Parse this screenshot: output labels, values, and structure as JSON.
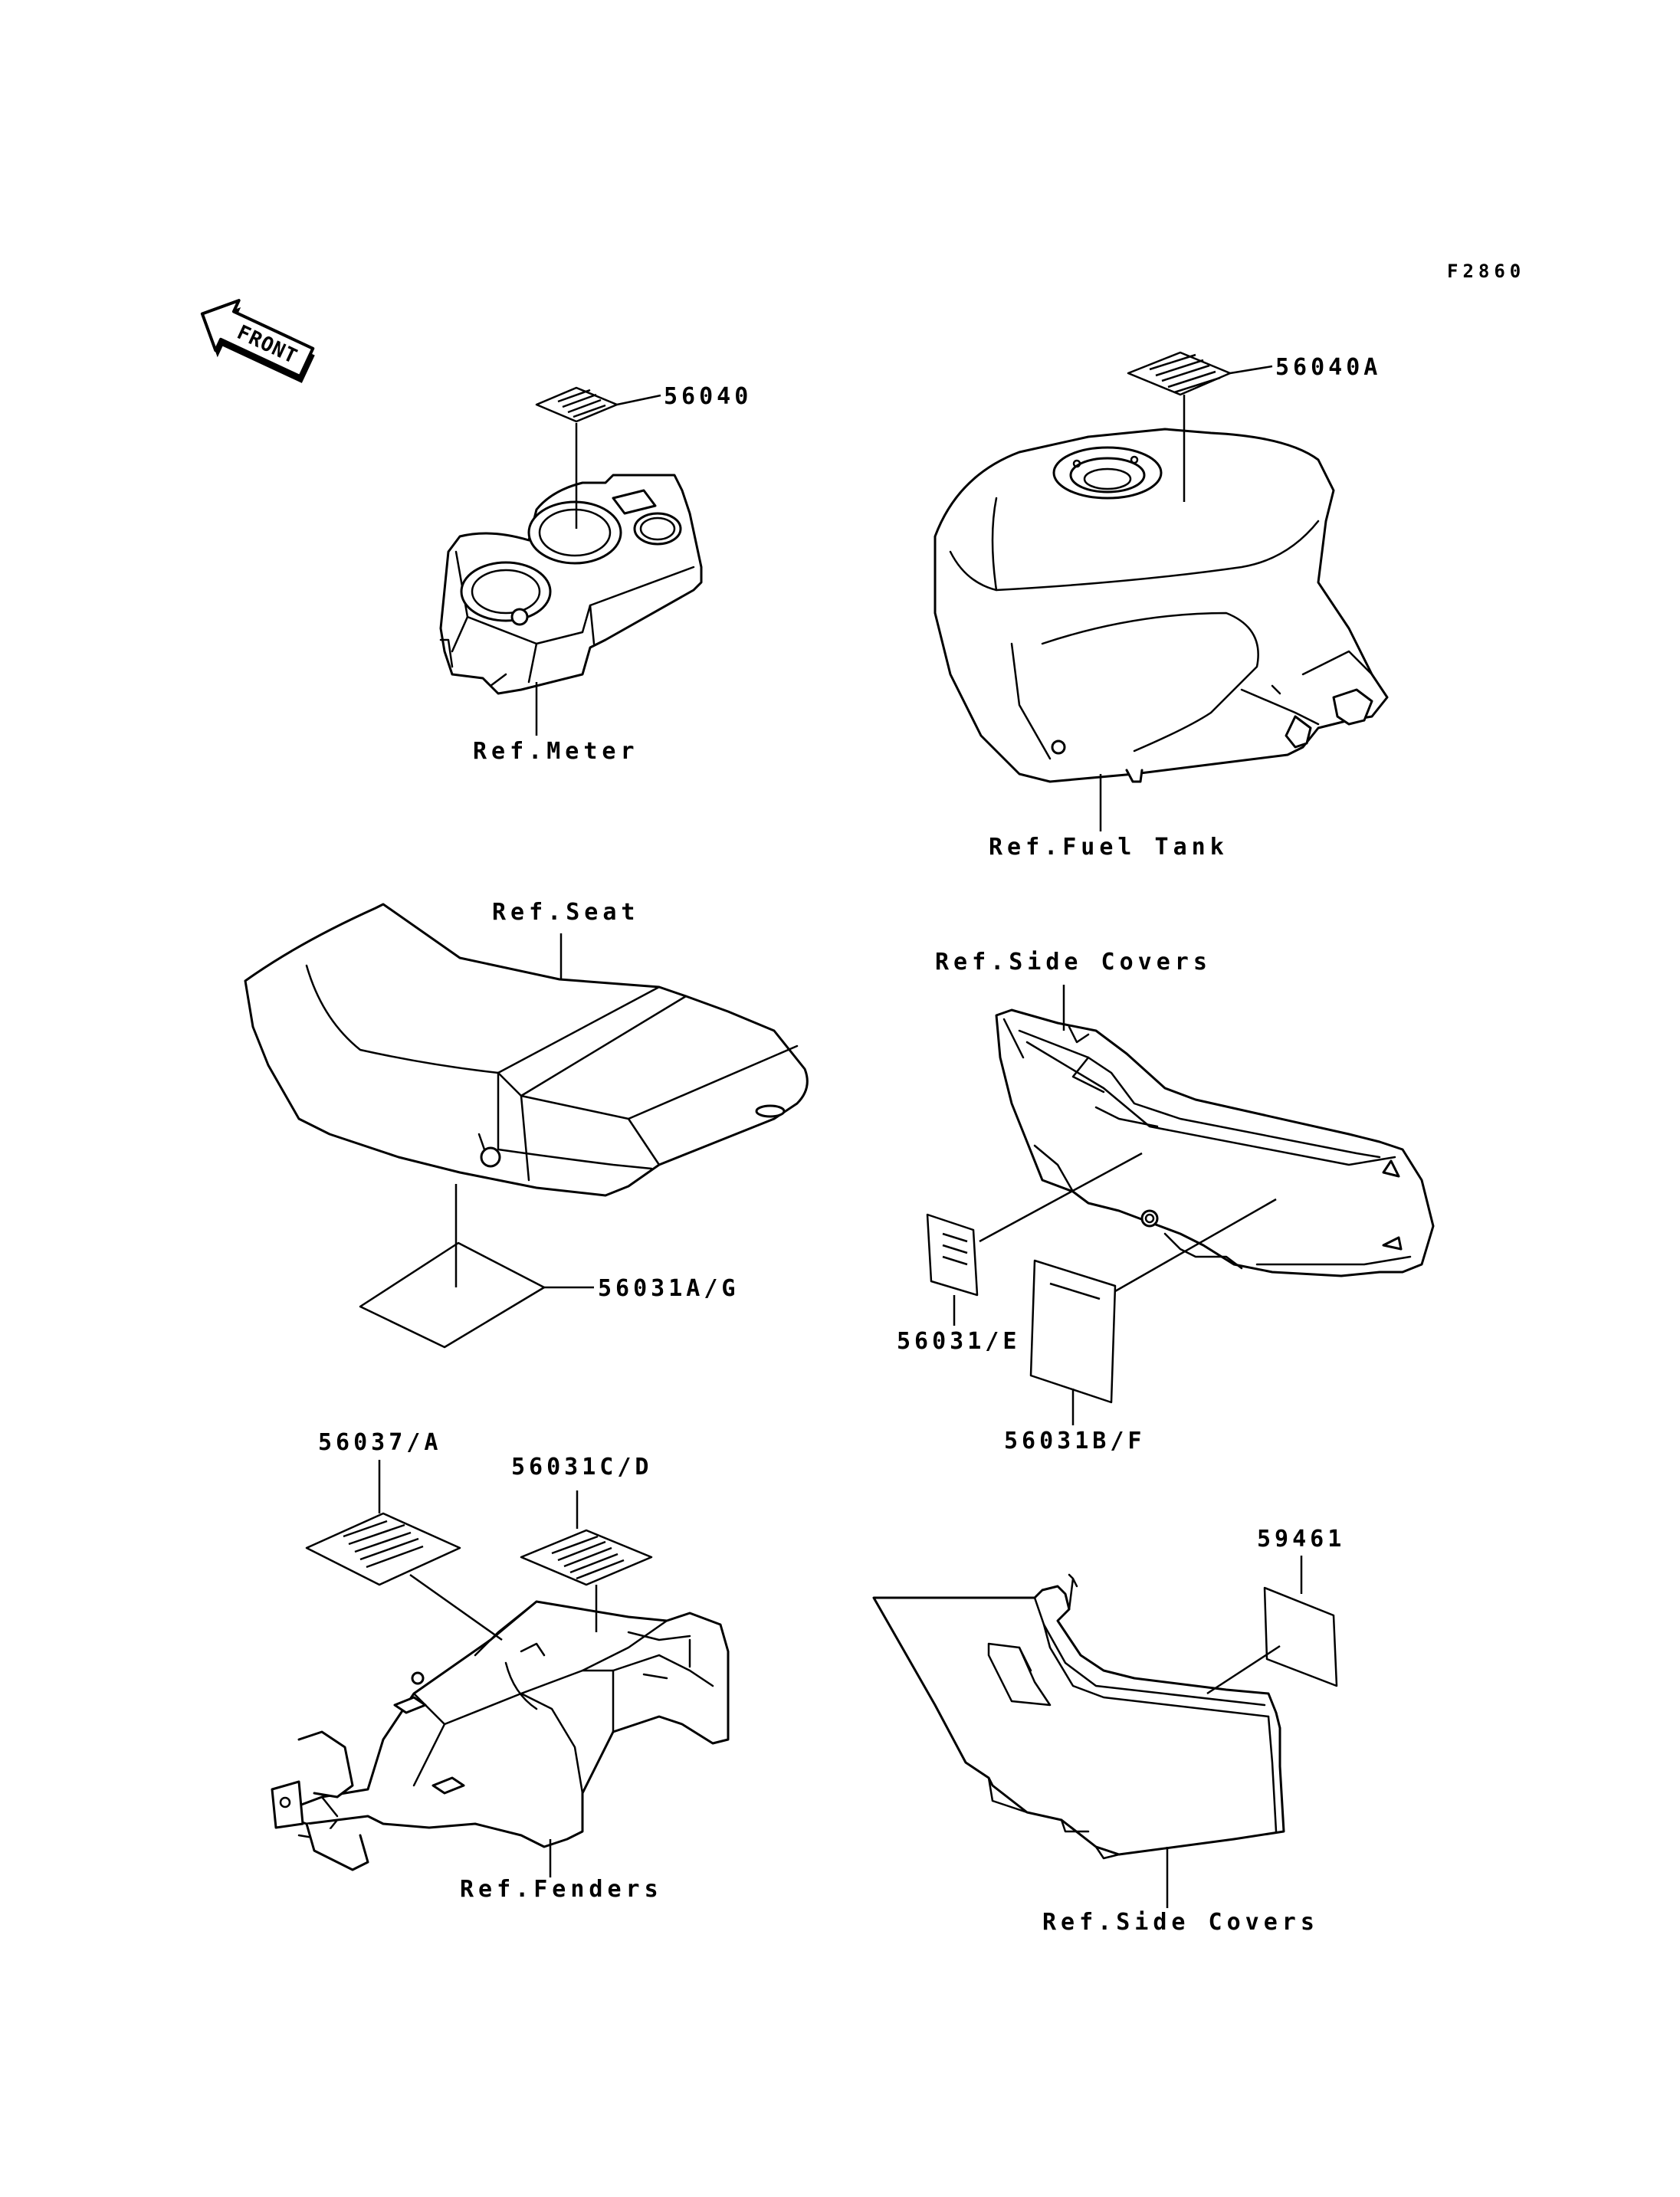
{
  "figure_code": "F2860",
  "front_arrow": {
    "text": "FRONT",
    "icon": "front-direction-arrow-icon"
  },
  "parts": {
    "meter_label": "56040",
    "fuel_tank_label": "56040A",
    "seat_label": "56031A/G",
    "side_cover_label_small": "56031/E",
    "side_cover_label_large": "56031B/F",
    "fender_label_a": "56037/A",
    "fender_label_b": "56031C/D",
    "side_cover_label_right": "59461"
  },
  "references": {
    "meter": "Ref.Meter",
    "fuel_tank": "Ref.Fuel Tank",
    "seat": "Ref.Seat",
    "side_covers_left": "Ref.Side Covers",
    "fenders": "Ref.Fenders",
    "side_covers_right": "Ref.Side Covers"
  }
}
